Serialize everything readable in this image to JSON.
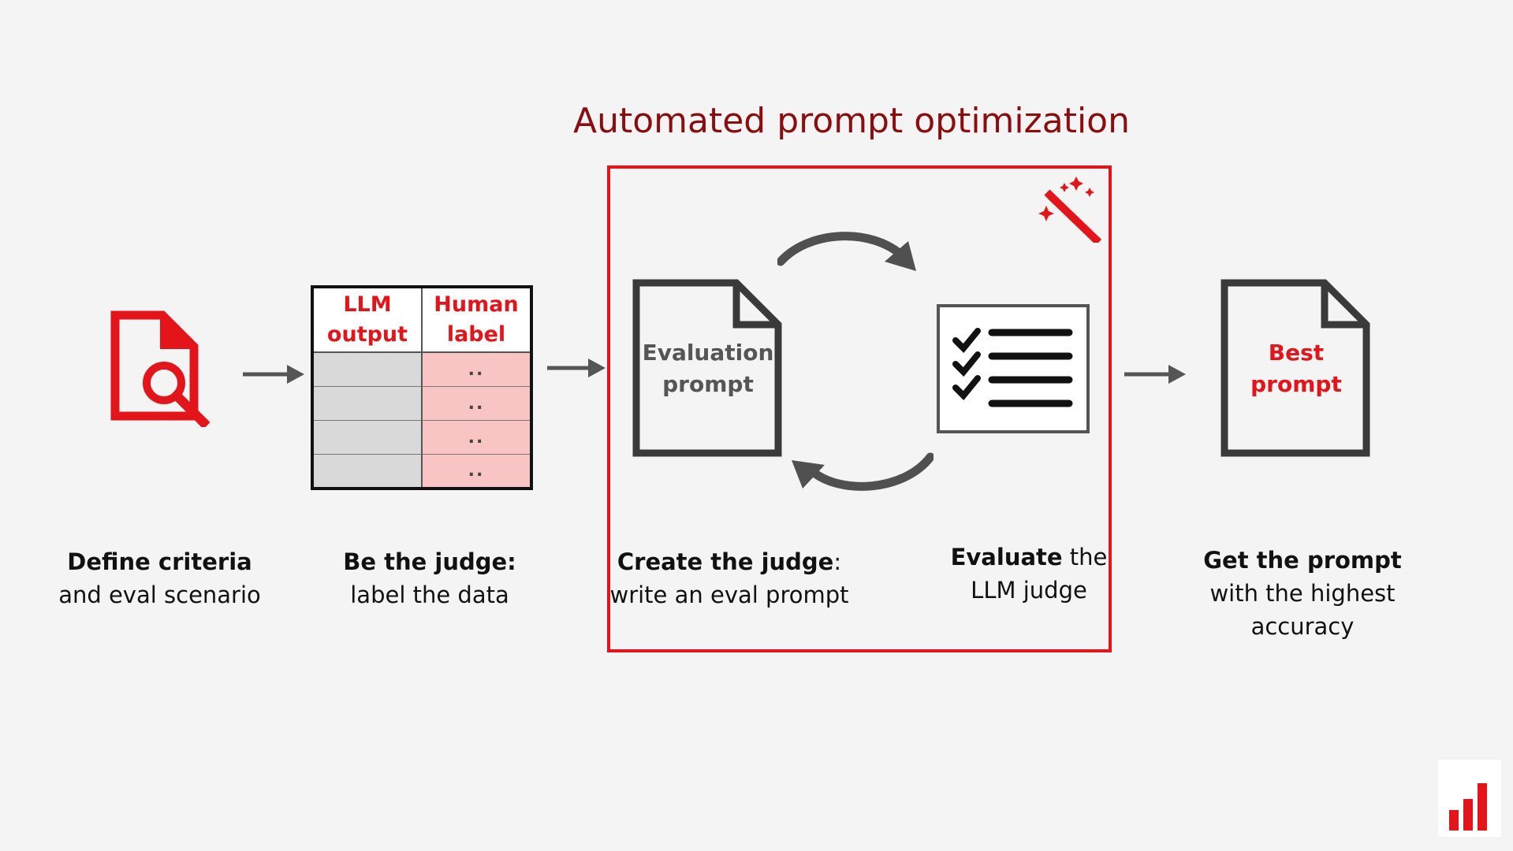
{
  "title": "Automated prompt optimization",
  "table": {
    "headers": [
      "LLM output",
      "Human label"
    ],
    "header_lines": [
      [
        "LLM",
        "output"
      ],
      [
        "Human",
        "label"
      ]
    ],
    "human_cells": [
      "..",
      "..",
      "..",
      ".."
    ]
  },
  "docs": {
    "evaluation_prompt": [
      "Evaluation",
      "prompt"
    ],
    "best_prompt": [
      "Best",
      "prompt"
    ]
  },
  "captions": {
    "define": {
      "bold": "Define criteria",
      "rest": "and eval scenario"
    },
    "judge": {
      "bold": "Be the judge:",
      "rest": "label the data"
    },
    "create": {
      "bold": "Create the judge",
      "after_bold": ":",
      "rest": "write an eval prompt"
    },
    "evaluate": {
      "bold": "Evaluate",
      "after_bold": " the",
      "rest": "LLM judge"
    },
    "get": {
      "bold": "Get the prompt",
      "rest": "with the highest",
      "rest2": "accuracy"
    }
  },
  "colors": {
    "accent": "#e3151a",
    "title": "#8c0d0d",
    "dark": "#3a3a3a",
    "background": "#f4f4f4",
    "llm_cell": "#d9d9d9",
    "human_cell": "#f8c4c4"
  },
  "icons": [
    "document-search-icon",
    "magic-wand-icon",
    "checklist-icon",
    "document-icon",
    "arrow-right-icon",
    "cycle-arrow-icon",
    "brand-logo-icon"
  ]
}
